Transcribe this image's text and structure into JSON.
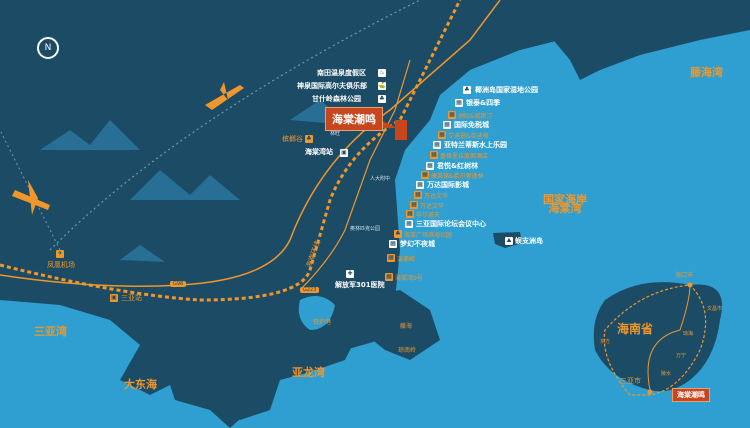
{
  "compass": {
    "label": "N"
  },
  "project_tag": {
    "label": "海棠潮鸣"
  },
  "hainan_tag": {
    "label": "海棠潮鸣"
  },
  "water": {
    "sanya_bay": "三亚湾",
    "dadonghai": "大东海",
    "yalong_bay": "亚龙湾",
    "haitang_bay": "国家海岸海棠湾",
    "tenglu_bay": "藤海湾"
  },
  "island": {
    "label": "蜈支洲岛"
  },
  "transport": {
    "airport": "凤凰机场",
    "sanya_station": "三亚站",
    "haitang_station": "海棠湾站",
    "ring_rail": "海南环线",
    "g98": "G98",
    "g223": "G223"
  },
  "poi_left": [
    {
      "label": "南田温泉度假区"
    },
    {
      "label": "神泉国际高尔夫俱乐部"
    },
    {
      "label": "甘什岭森林公园"
    },
    {
      "label": "槟榔谷"
    }
  ],
  "poi_white": [
    {
      "label": "椰洲岛国家湿地公园"
    },
    {
      "label": "银泰&四季"
    },
    {
      "label": "国际免税城"
    },
    {
      "label": "亚特兰蒂斯水上乐园"
    },
    {
      "label": "君悦&红树林"
    },
    {
      "label": "万达国际影城"
    },
    {
      "label": "三亚国际论坛会议中心"
    },
    {
      "label": "梦幻不夜城"
    },
    {
      "label": "解放军301医院"
    }
  ],
  "poi_orange": [
    {
      "label": "洲际&威斯汀"
    },
    {
      "label": "艾迪逊&英迪格"
    },
    {
      "label": "香格里拉度假酒店"
    },
    {
      "label": "康莱德&希尔顿逸林"
    },
    {
      "label": "万达文华"
    },
    {
      "label": "万达文华"
    },
    {
      "label": "华尔道夫"
    },
    {
      "label": "海棠广场滨海公园"
    },
    {
      "label": "温德姆"
    },
    {
      "label": "海棠湾9号"
    }
  ],
  "small": {
    "park": "奥林匹克公园",
    "school": "人大附中",
    "yalong_port": "铁炉港",
    "lin_wang": "林旺",
    "tenghai": "藤海",
    "langhai": "琼南岭"
  },
  "hainan": {
    "province": "海南省",
    "haikou": "海口市",
    "sanya": "三亚市",
    "wenchang": "文昌市",
    "qionghai": "琼海",
    "wanning": "万宁",
    "lingshui": "陵水",
    "dongfang": "东方"
  }
}
